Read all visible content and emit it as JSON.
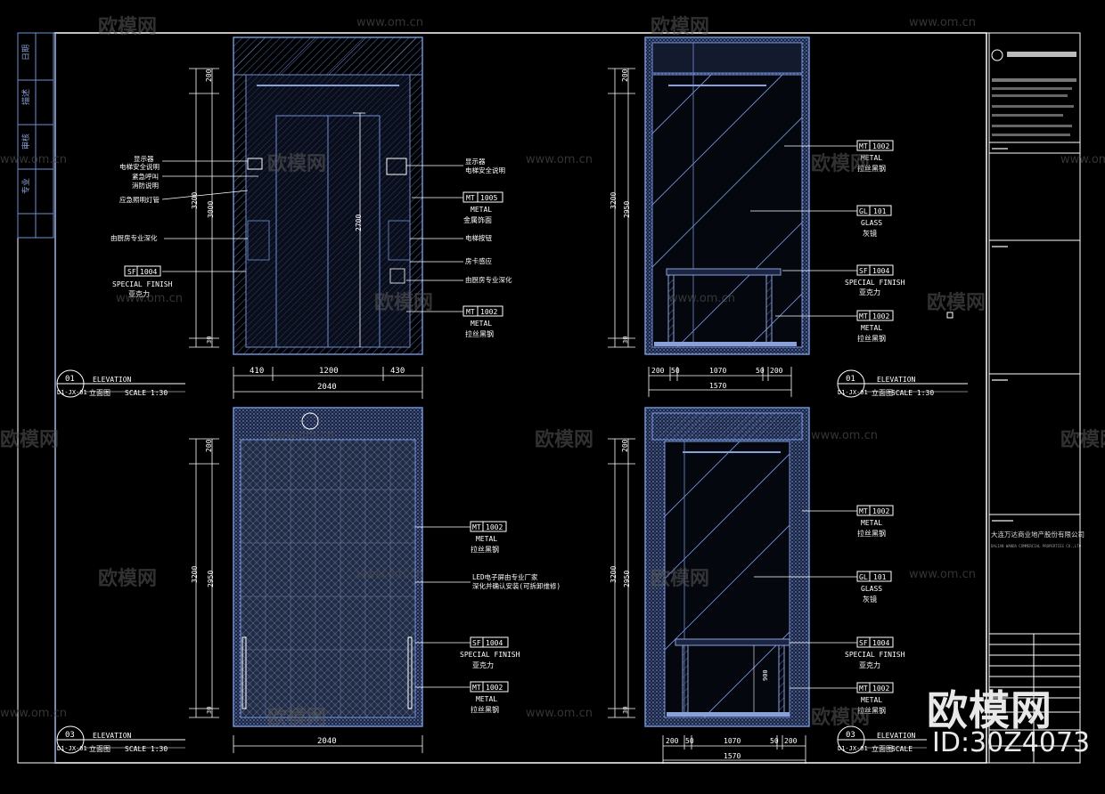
{
  "colors": {
    "background": "#000000",
    "frame": "#ffffff",
    "geometry": "#6f8fd6",
    "hatch": "#4a5f98",
    "dimension": "#ffffff",
    "callout": "#ffffff",
    "watermark": "#5a5a5a"
  },
  "watermark": {
    "brand": "欧模网",
    "url": "www.om.cn",
    "big_brand": "欧模网",
    "id": "ID:30Z4073"
  },
  "title_block": {
    "company_cn": "大连万达商业地产股份有限公司",
    "company_en": "DALIAN WANDA COMMERCIAL PROPERTIES CO.,LTD"
  },
  "left_strip": [
    "日期",
    "描述",
    "审核",
    "专业"
  ],
  "elevations": [
    {
      "id": "elev-01",
      "number": "01",
      "ref": "D1-JX-01",
      "title_en": "ELEVATION",
      "title_cn": "立面图",
      "scale": "SCALE 1:30",
      "dims_vertical": [
        "200",
        "3000",
        "3200",
        "2700",
        "30"
      ],
      "dims_horizontal": [
        "410",
        "1200",
        "430",
        "2040"
      ],
      "callouts_left": [
        "显示器",
        "电梯安全说明",
        "紧急呼叫",
        "消防说明",
        "应急照明灯管",
        "由厨房专业深化"
      ],
      "tag_left": {
        "code": "SF",
        "num": "1004",
        "en": "SPECIAL FINISH",
        "cn": "亚克力"
      },
      "callouts_right": [
        "显示器",
        "电梯安全说明",
        "电梯按钮",
        "房卡感应",
        "由厨房专业深化"
      ],
      "tags_right": [
        {
          "code": "MT",
          "num": "1005",
          "en": "METAL",
          "cn": "金属饰面"
        },
        {
          "code": "MT",
          "num": "1002",
          "en": "METAL",
          "cn": "拉丝黑钢"
        }
      ]
    },
    {
      "id": "elev-02",
      "number": "01",
      "ref": "D1-JX-01",
      "title_en": "ELEVATION",
      "title_cn": "立面图",
      "scale": "SCALE 1:30",
      "dims_vertical": [
        "200",
        "3200",
        "2950",
        "30"
      ],
      "dims_horizontal": [
        "200",
        "50",
        "1070",
        "50",
        "200",
        "1570"
      ],
      "tags_right": [
        {
          "code": "MT",
          "num": "1002",
          "en": "METAL",
          "cn": "拉丝黑钢"
        },
        {
          "code": "GL",
          "num": "101",
          "en": "GLASS",
          "cn": "灰镜"
        },
        {
          "code": "SF",
          "num": "1004",
          "en": "SPECIAL FINISH",
          "cn": "亚克力"
        },
        {
          "code": "MT",
          "num": "1002",
          "en": "METAL",
          "cn": "拉丝黑钢"
        }
      ]
    },
    {
      "id": "elev-03",
      "number": "03",
      "ref": "D1-JX-01",
      "title_en": "ELEVATION",
      "title_cn": "立面图",
      "scale": "SCALE 1:30",
      "dims_vertical": [
        "200",
        "3200",
        "2950",
        "30"
      ],
      "dims_horizontal": [
        "2040"
      ],
      "callout_right": [
        "LED电子屏由专业厂家",
        "深化并确认安装(可拆卸维修)"
      ],
      "tags_right": [
        {
          "code": "MT",
          "num": "1002",
          "en": "METAL",
          "cn": "拉丝黑钢"
        },
        {
          "code": "SF",
          "num": "1004",
          "en": "SPECIAL FINISH",
          "cn": "亚克力"
        },
        {
          "code": "MT",
          "num": "1002",
          "en": "METAL",
          "cn": "拉丝黑钢"
        }
      ]
    },
    {
      "id": "elev-04",
      "number": "03",
      "ref": "D1-JX-01",
      "title_en": "ELEVATION",
      "title_cn": "立面图",
      "scale": "SCALE",
      "dims_vertical": [
        "200",
        "3200",
        "2950",
        "30"
      ],
      "dims_inner": [
        "900"
      ],
      "dims_horizontal": [
        "200",
        "50",
        "1070",
        "50",
        "200",
        "1570"
      ],
      "tags_right": [
        {
          "code": "MT",
          "num": "1002",
          "en": "METAL",
          "cn": "拉丝黑钢"
        },
        {
          "code": "GL",
          "num": "101",
          "en": "GLASS",
          "cn": "灰镜"
        },
        {
          "code": "SF",
          "num": "1004",
          "en": "SPECIAL FINISH",
          "cn": "亚克力"
        },
        {
          "code": "MT",
          "num": "1002",
          "en": "METAL",
          "cn": "拉丝黑钢"
        }
      ]
    }
  ]
}
